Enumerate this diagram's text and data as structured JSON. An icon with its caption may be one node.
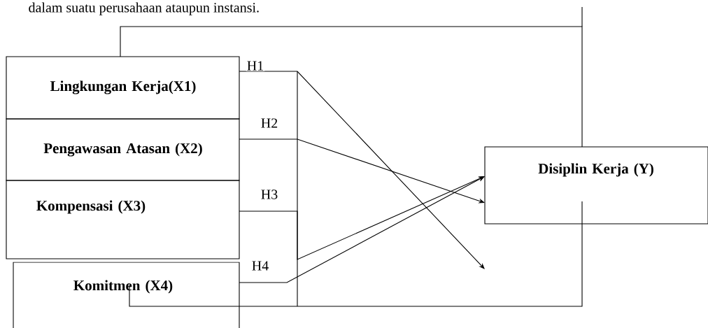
{
  "diagram": {
    "nodes": [
      {
        "text": [
          "Lingkungan Kerja(X1)"
        ]
      },
      {
        "text": [
          "Pengawasan Atasan (X2)"
        ]
      },
      {
        "text": [
          "Kompensasi  (X3)"
        ]
      },
      {
        "text": [
          "Komitmen (X4)"
        ]
      },
      {
        "text": [
          "Disiplin Kerja (Y)"
        ]
      }
    ],
    "edges": [
      {
        "from": 0,
        "to": null,
        "arrow": "to",
        "label": "H1"
      },
      {
        "from": 1,
        "to": 4,
        "arrow": "to",
        "label": "H2"
      },
      {
        "from": 2,
        "to": 4,
        "arrow": "to",
        "label": "H3"
      },
      {
        "from": 3,
        "to": 4,
        "arrow": "to",
        "label": "H4"
      },
      {
        "from": 0,
        "to": 4,
        "arrow": "none"
      },
      {
        "from": 4,
        "to": 3,
        "arrow": "none"
      }
    ],
    "labels": [
      "dalam suatu perusahaan ataupun instansi."
    ]
  }
}
